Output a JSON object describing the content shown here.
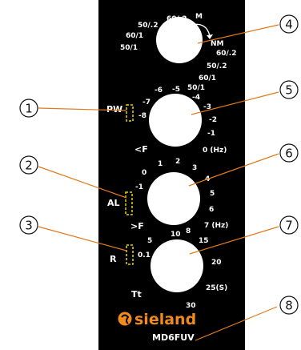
{
  "brand": {
    "name": "sieland",
    "model": "MD6FUV",
    "accent_color": "#f08a1c"
  },
  "panel": {
    "background": "#000000",
    "led_indicator_color": "#e8d200"
  },
  "knob1": {
    "scale": [
      "50/1",
      "60/1",
      "50/.2",
      "60/.2",
      "M",
      "NM",
      "60/.2",
      "50/.2",
      "60/1",
      "50/1"
    ]
  },
  "knob2": {
    "label": "PW",
    "led_label": "-8",
    "scale": [
      "-7",
      "-6",
      "-5",
      "-4",
      "-3",
      "-2",
      "-1",
      "0 (Hz)"
    ],
    "bottom_label": "<F"
  },
  "knob3": {
    "label": "AL",
    "led_label": "-1",
    "scale": [
      "0",
      "1",
      "2",
      "3",
      "4",
      "5",
      "6",
      "7 (Hz)",
      "8"
    ],
    "bottom_label": ">F"
  },
  "knob4": {
    "label": "R",
    "led_label": "0.1",
    "scale": [
      "5",
      "10",
      "15",
      "20",
      "25(S)",
      "30"
    ],
    "bottom_label": "Tt"
  },
  "callouts": [
    "1",
    "2",
    "3",
    "4",
    "5",
    "6",
    "7",
    "8"
  ]
}
